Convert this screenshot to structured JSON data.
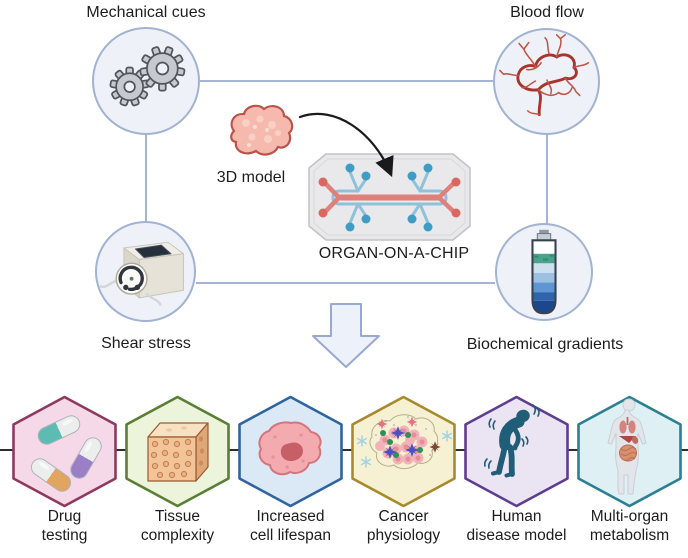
{
  "nodes": {
    "mechanical_cues": "Mechanical cues",
    "blood_flow": "Blood flow",
    "shear_stress": "Shear stress",
    "biochemical_gradients": "Biochemical gradients",
    "model_3d": "3D model",
    "chip": "ORGAN-ON-A-CHIP"
  },
  "outcomes": [
    {
      "line1": "Drug",
      "line2": "testing",
      "fill": "#f6d9e9",
      "stroke": "#8e3a60",
      "icon": "pills-icon"
    },
    {
      "line1": "Tissue",
      "line2": "complexity",
      "fill": "#edf4dc",
      "stroke": "#5a7f34",
      "icon": "tissue-cube-icon"
    },
    {
      "line1": "Increased",
      "line2": "cell lifespan",
      "fill": "#dbe9f6",
      "stroke": "#2f649e",
      "icon": "cell-icon"
    },
    {
      "line1": "Cancer",
      "line2": "physiology",
      "fill": "#f7f1d3",
      "stroke": "#a88a2c",
      "icon": "cancer-tissue-icon"
    },
    {
      "line1": "Human",
      "line2": "disease model",
      "fill": "#ebe4f3",
      "stroke": "#5e3d90",
      "icon": "patient-icon"
    },
    {
      "line1": "Multi-organ",
      "line2": "metabolism",
      "fill": "#def0f4",
      "stroke": "#2b7f92",
      "icon": "body-organs-icon"
    }
  ],
  "theme": {
    "background": "#ffffff",
    "text": "#1d1d1f",
    "line": "#a6b5d6",
    "divider": "#2e2e31",
    "circle_fill": "#eef2f8",
    "circle_stroke": "#a2b2d2",
    "arrow_fill": "#edf1f9",
    "arrow_stroke": "#98a9cf",
    "curve_arrow": "#1a1a1a"
  },
  "palette": {
    "gear_fill": "#c6cad0",
    "gear_stroke": "#51565e",
    "vessel": "#a8352c",
    "vessel_light": "#c05548",
    "blob_fill": "#f6b9ae",
    "blob_stroke": "#b8544a",
    "chip_body": "#e9e9eb",
    "chip_red": "#e0807a",
    "chip_red_dot": "#d96860",
    "chip_blue": "#8fc2da",
    "chip_blue_dot": "#3f9cc4",
    "pump_body": "#f0ede6",
    "pump_screen": "#262f3c",
    "tube_teal": "#4aa28a",
    "tube_blue_pale": "#cedfee",
    "tube_blue_light": "#9cc0e2",
    "tube_blue_mid": "#5e95d3",
    "tube_blue_deep": "#2f64ad",
    "tube_navy": "#1c478c",
    "person": "#205d77",
    "pill_teal": "#5cbcb2",
    "pill_purple": "#9b7fc6",
    "pill_orange": "#e2a55f",
    "pill_white": "#eceded",
    "cube_front": "#f2c498",
    "cube_top": "#f8e0c2",
    "cube_side": "#dfa678",
    "cube_outline": "#9a5a30",
    "cell_fill": "#f3abaf",
    "cell_stroke": "#d4747c",
    "cell_nucleus": "#c75f66",
    "cancer_cell": "#f2b3b8",
    "cancer_nucleus": "#e38f97",
    "cancer_green": "#2e8f57",
    "cancer_purple": "#4a50c2",
    "cancer_pink_star": "#ec6f80",
    "cancer_brown": "#7c4a33",
    "cancer_snowflake": "#9fd2e6",
    "body_fill": "#e2e6ea",
    "body_stroke": "#c9ced5",
    "organ_lung": "#d4837f",
    "organ_liver": "#a84a44",
    "organ_intestine": "#d89070"
  }
}
